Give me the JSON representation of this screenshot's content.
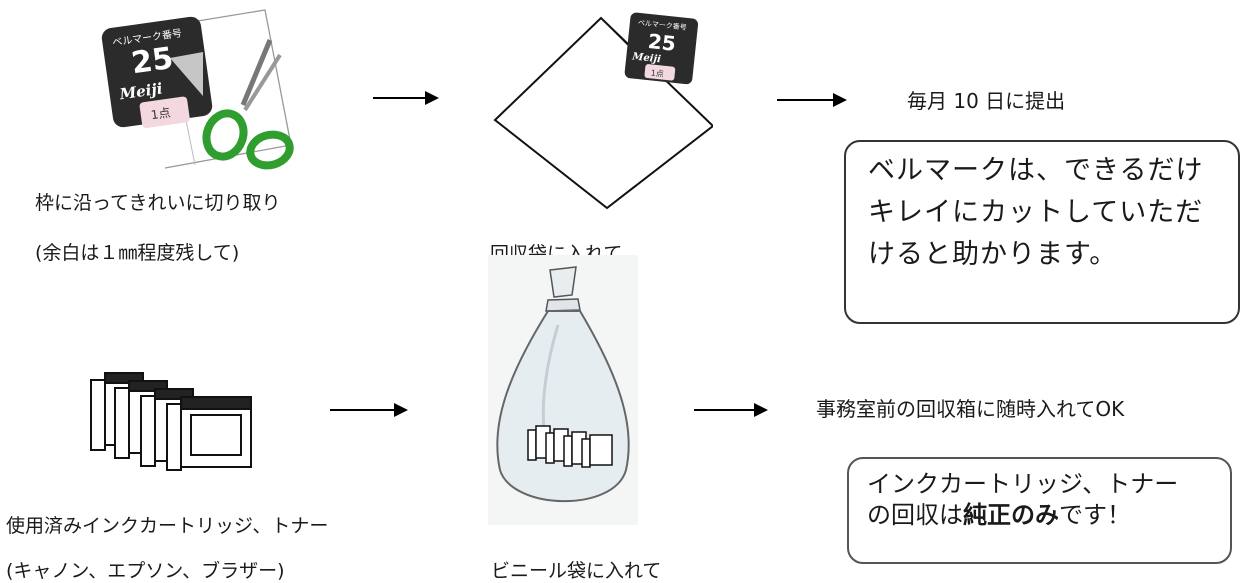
{
  "row1": {
    "label_cut_line1": "枠に沿ってきれいに切り取り",
    "label_cut_line2": "(余白は１㎜程度残して)",
    "label_envelope": "回収袋に入れて",
    "label_submit": "毎月 10 日に提出",
    "note_lines": [
      "ベルマークは、できるだけ",
      "キレイにカットしていただ",
      "けると助かります。"
    ]
  },
  "bellmark": {
    "header": "ベルマーク番号",
    "number": "25",
    "brand": "Meiji",
    "points": "1点"
  },
  "row2": {
    "label_items_line1": "使用済みインクカートリッジ、トナー",
    "label_items_line2": "(キャノン、エプソン、ブラザー)",
    "label_bag": "ビニール袋に入れて",
    "label_dropoff": "事務室前の回収箱に随時入れてOK",
    "note_line1": "インクカートリッジ、トナー",
    "note_line2_pre": "の回収は",
    "note_line2_bold": "純正のみ",
    "note_line2_post": "です！"
  }
}
